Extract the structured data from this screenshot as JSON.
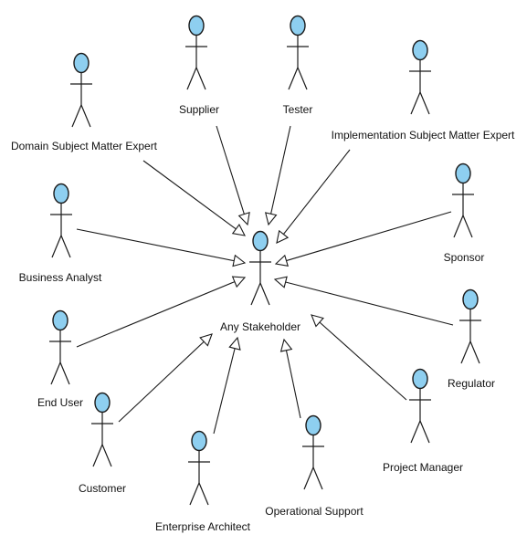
{
  "diagram": {
    "type": "uml-use-case-actor-generalization",
    "central_actor": {
      "id": "any",
      "label": "Any Stakeholder"
    },
    "actors": [
      {
        "id": "supplier",
        "label": "Supplier"
      },
      {
        "id": "tester",
        "label": "Tester"
      },
      {
        "id": "domain",
        "label": "Domain Subject Matter Expert"
      },
      {
        "id": "impl",
        "label": "Implementation Subject Matter Expert"
      },
      {
        "id": "ba",
        "label": "Business Analyst"
      },
      {
        "id": "sponsor",
        "label": "Sponsor"
      },
      {
        "id": "enduser",
        "label": "End User"
      },
      {
        "id": "regulator",
        "label": "Regulator"
      },
      {
        "id": "customer",
        "label": "Customer"
      },
      {
        "id": "ea",
        "label": "Enterprise Architect"
      },
      {
        "id": "ops",
        "label": "Operational Support"
      },
      {
        "id": "pm",
        "label": "Project Manager"
      }
    ],
    "generalizations": [
      {
        "from": "supplier",
        "to": "any"
      },
      {
        "from": "tester",
        "to": "any"
      },
      {
        "from": "domain",
        "to": "any"
      },
      {
        "from": "impl",
        "to": "any"
      },
      {
        "from": "ba",
        "to": "any"
      },
      {
        "from": "sponsor",
        "to": "any"
      },
      {
        "from": "enduser",
        "to": "any"
      },
      {
        "from": "regulator",
        "to": "any"
      },
      {
        "from": "customer",
        "to": "any"
      },
      {
        "from": "ea",
        "to": "any"
      },
      {
        "from": "ops",
        "to": "any"
      },
      {
        "from": "pm",
        "to": "any"
      }
    ],
    "colors": {
      "actor_head": "#8ecff0",
      "line": "#1a1a1a"
    }
  }
}
